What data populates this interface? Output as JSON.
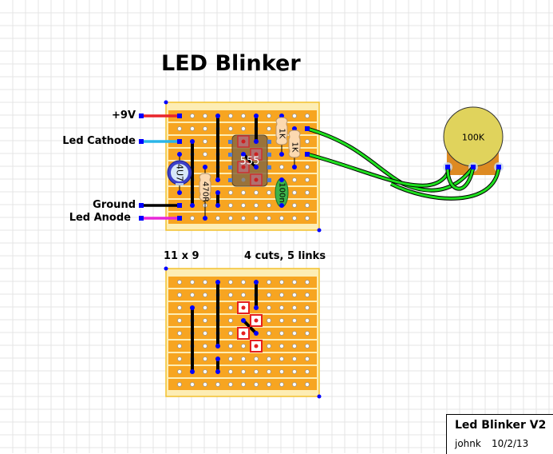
{
  "title": "LED Blinker",
  "wire_labels": [
    {
      "text": "+9V",
      "color": "#e8252b"
    },
    {
      "text": "Led Cathode",
      "color": "#2ab5e8"
    },
    {
      "text": "Ground",
      "color": "#000000"
    },
    {
      "text": "Led Anode",
      "color": "#e826d8"
    }
  ],
  "components": {
    "ic": {
      "label": "555"
    },
    "resistors": [
      {
        "label": "1K"
      },
      {
        "label": "1K"
      },
      {
        "label": "470R"
      }
    ],
    "electrolytic_cap": {
      "label": "4U7"
    },
    "ceramic_cap": {
      "label": "100n"
    },
    "potentiometer": {
      "label": "100K"
    }
  },
  "board": {
    "size_label": "11 x 9",
    "cuts_links_label": "4 cuts, 5 links",
    "columns": 11,
    "rows": 9
  },
  "title_block": {
    "name": "Led Blinker V2",
    "author": "johnk",
    "date": "10/2/13"
  },
  "colors": {
    "grid": "#e4e4e4",
    "board_bg": "#fdedb4",
    "board_border": "#f2c12e",
    "strip": "#f7a521",
    "link": "#000000",
    "node": "#0000ff",
    "wire_green": "#1fe01f",
    "pot_body": "#e0d35c",
    "pot_base": "#dd8a22",
    "resistor": "#fcd9b0",
    "ceramic_cap": "#3cb34a",
    "electrolytic": "#3d40c8",
    "ic_body": "#8a6a3e",
    "cut_red": "#e62020"
  }
}
